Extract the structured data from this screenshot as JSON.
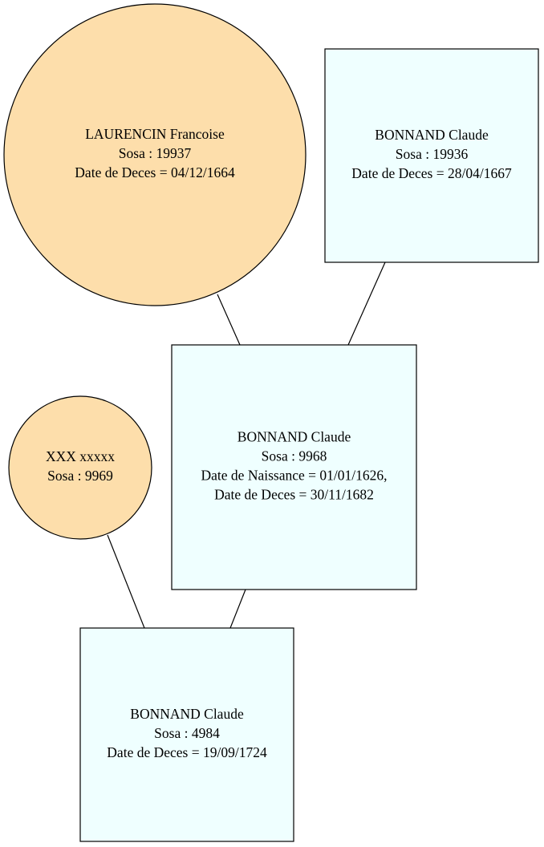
{
  "colors": {
    "female_fill": "#fddeab",
    "male_fill": "#efffff",
    "stroke": "#000000",
    "background": "#ffffff"
  },
  "nodes": [
    {
      "id": "laurencin-francoise",
      "gender": "female",
      "shape": "circle",
      "lines": [
        "LAURENCIN Francoise",
        "Sosa : 19937",
        "Date de Deces = 04/12/1664"
      ]
    },
    {
      "id": "bonnand-claude-19936",
      "gender": "male",
      "shape": "box",
      "lines": [
        "BONNAND Claude",
        "Sosa : 19936",
        "Date de Deces = 28/04/1667"
      ]
    },
    {
      "id": "bonnand-claude-9968",
      "gender": "male",
      "shape": "box",
      "lines": [
        "BONNAND Claude",
        "Sosa : 9968",
        "Date de Naissance = 01/01/1626,",
        "Date de Deces = 30/11/1682"
      ]
    },
    {
      "id": "xxx-xxxxx-9969",
      "gender": "female",
      "shape": "circle",
      "lines": [
        "XXX xxxxx",
        "Sosa : 9969"
      ]
    },
    {
      "id": "bonnand-claude-4984",
      "gender": "male",
      "shape": "box",
      "lines": [
        "BONNAND Claude",
        "Sosa : 4984",
        "Date de Deces = 19/09/1724"
      ]
    }
  ],
  "edges": [
    {
      "from": "laurencin-francoise",
      "to": "bonnand-claude-9968"
    },
    {
      "from": "bonnand-claude-19936",
      "to": "bonnand-claude-9968"
    },
    {
      "from": "xxx-xxxxx-9969",
      "to": "bonnand-claude-4984"
    },
    {
      "from": "bonnand-claude-9968",
      "to": "bonnand-claude-4984"
    }
  ]
}
